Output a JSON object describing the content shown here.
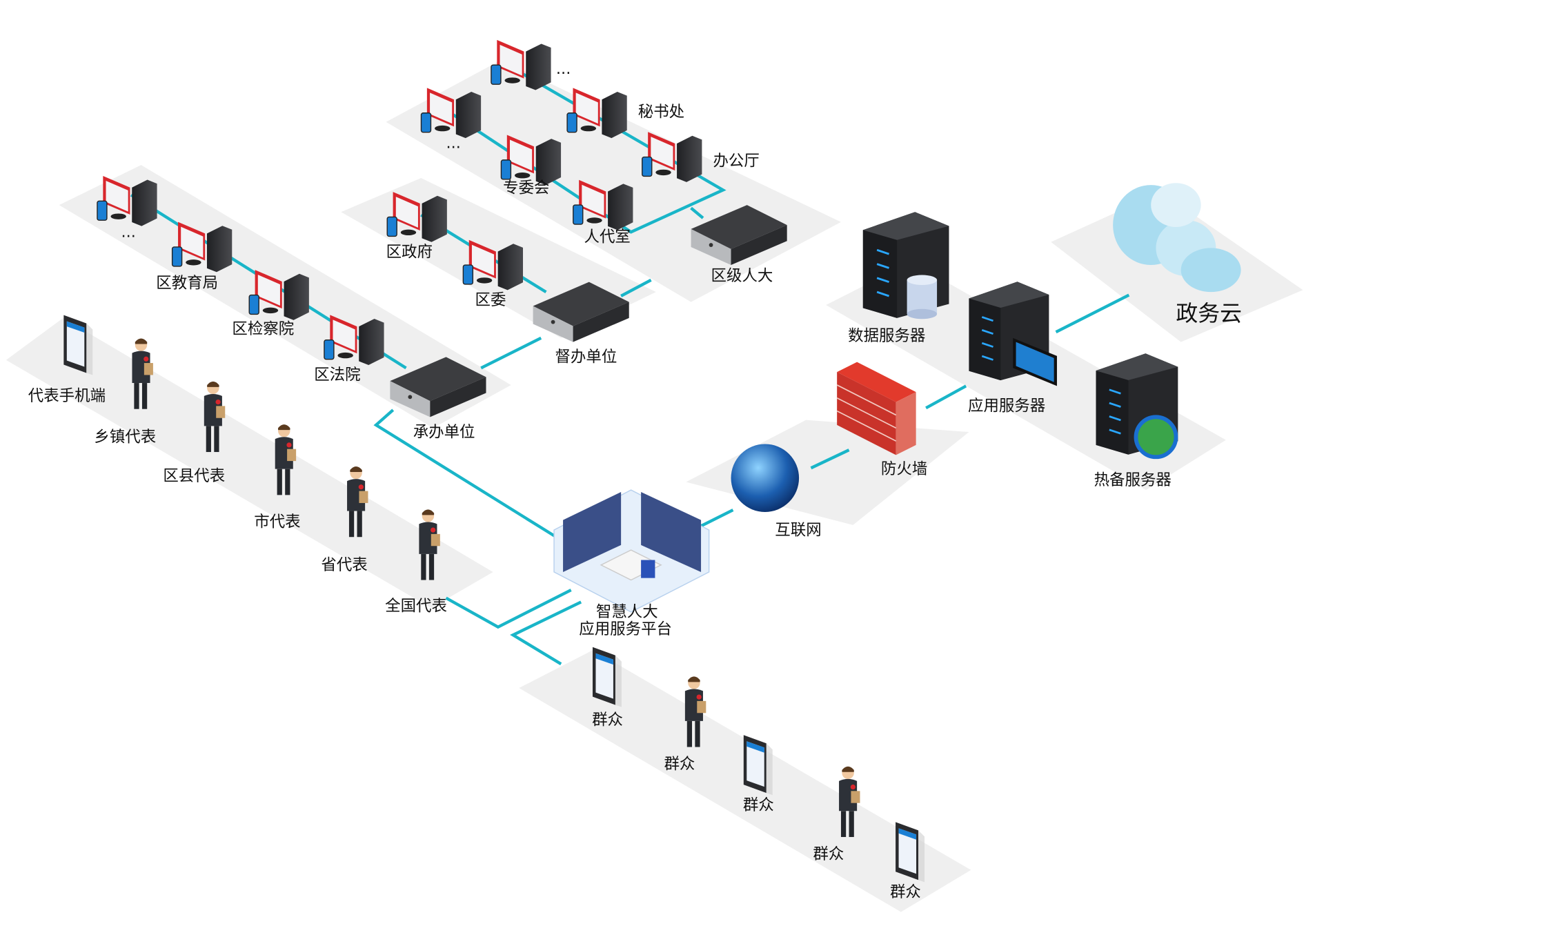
{
  "labels": {
    "top_ellipsis_1": "...",
    "secretariat": "秘书处",
    "top_ellipsis_2": "...",
    "general_office": "办公厅",
    "special_committee": "专委会",
    "representative_office": "人代室",
    "district_npc": "区级人大",
    "district_government": "区政府",
    "district_committee": "区委",
    "supervising_unit": "督办单位",
    "left_ellipsis": "...",
    "education_bureau": "区教育局",
    "procuratorate": "区检察院",
    "court": "区法院",
    "handling_unit": "承办单位",
    "rep_mobile": "代表手机端",
    "township_rep": "乡镇代表",
    "county_rep": "区县代表",
    "city_rep": "市代表",
    "province_rep": "省代表",
    "national_rep": "全国代表",
    "platform_line1": "智慧人大",
    "platform_line2": "应用服务平台",
    "internet": "互联网",
    "firewall": "防火墙",
    "data_server": "数据服务器",
    "app_server": "应用服务器",
    "standby_server": "热备服务器",
    "gov_cloud": "政务云",
    "public": [
      "群众",
      "群众",
      "群众",
      "群众",
      "群众"
    ]
  },
  "colors": {
    "link": "#19b5c8",
    "platform": "#efefef",
    "device_dark": "#2f3033",
    "screen_red": "#d8262c",
    "phone_blue": "#1a7fd4"
  }
}
